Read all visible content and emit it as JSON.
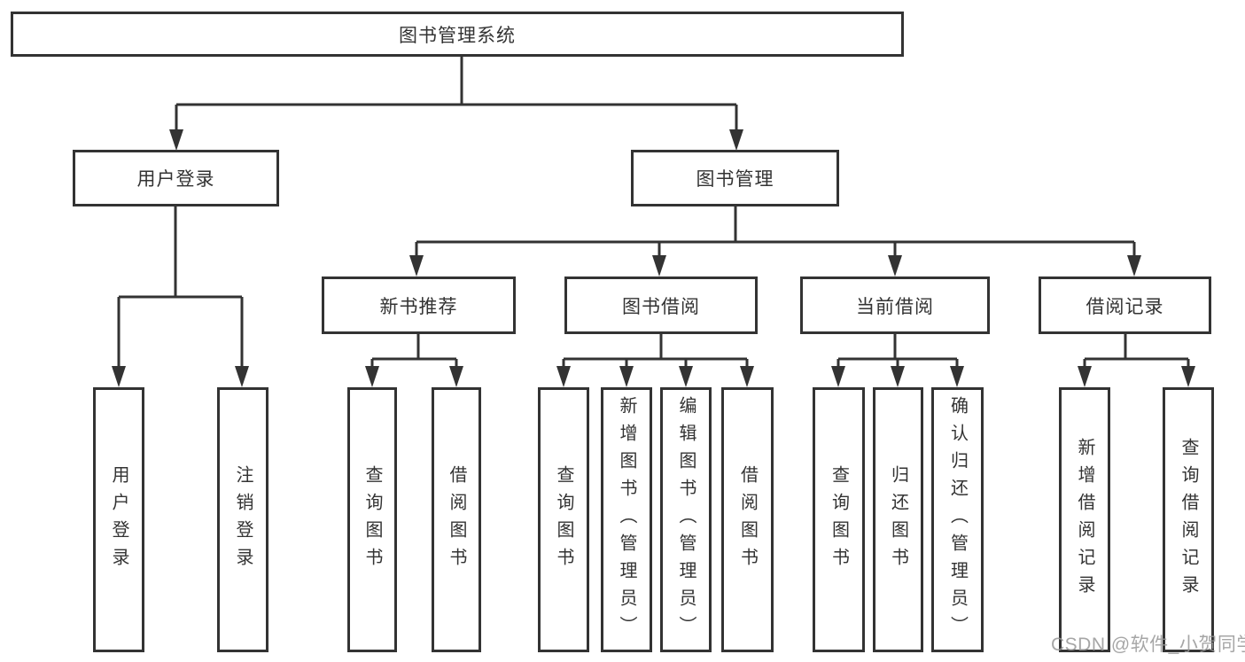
{
  "diagram": {
    "type": "hierarchy-tree",
    "root": {
      "label": "图书管理系统",
      "children": [
        {
          "label": "用户登录",
          "children": [
            {
              "label": "用户登录"
            },
            {
              "label": "注销登录"
            }
          ]
        },
        {
          "label": "图书管理",
          "children": [
            {
              "label": "新书推荐",
              "children": [
                {
                  "label": "查询图书"
                },
                {
                  "label": "借阅图书"
                }
              ]
            },
            {
              "label": "图书借阅",
              "children": [
                {
                  "label": "查询图书"
                },
                {
                  "label": "新增图书（管理员）"
                },
                {
                  "label": "编辑图书（管理员）"
                },
                {
                  "label": "借阅图书"
                }
              ]
            },
            {
              "label": "当前借阅",
              "children": [
                {
                  "label": "查询图书"
                },
                {
                  "label": "归还图书"
                },
                {
                  "label": "确认归还（管理员）"
                }
              ]
            },
            {
              "label": "借阅记录",
              "children": [
                {
                  "label": "新增借阅记录"
                },
                {
                  "label": "查询借阅记录"
                }
              ]
            }
          ]
        }
      ]
    },
    "colors": {
      "line": "#333333",
      "box_border": "#333333",
      "text": "#333333",
      "background": "#ffffff",
      "watermark": "#969696"
    }
  },
  "watermark": {
    "text": "CSDN @软件_小贺同学"
  }
}
